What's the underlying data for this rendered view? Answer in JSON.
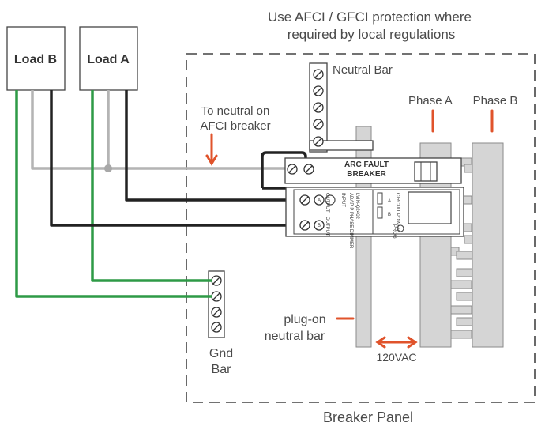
{
  "header_note": {
    "line1": "Use AFCI / GFCI protection where",
    "line2": "required by local regulations"
  },
  "loads": {
    "load_b": "Load B",
    "load_a": "Load A"
  },
  "labels": {
    "neutral_bar": "Neutral Bar",
    "phase_a": "Phase A",
    "phase_b": "Phase B",
    "to_neutral_line1": "To neutral on",
    "to_neutral_line2": "AFCI breaker",
    "plug_on_line1": "plug-on",
    "plug_on_line2": "neutral bar",
    "voltage": "120VAC",
    "gnd_line1": "Gnd",
    "gnd_line2": "Bar",
    "breaker_panel": "Breaker Panel"
  },
  "afci_breaker": {
    "line1": "ARC FAULT",
    "line2": "BREAKER"
  },
  "dimmer_module": {
    "input_label": "INPUT",
    "output_label": "OUTPUT",
    "output_label_2": "OUTPUT",
    "terminal_a": "A",
    "terminal_b": "B",
    "model_line1": "ADAP-P PHASE DIMMER",
    "model_line2": "LVIN-Q2402",
    "status_a": "A",
    "status_b": "B",
    "circuit_power": "CIRCUIT POWER",
    "prog_label": "PROG"
  },
  "colors": {
    "neutral_wire": "#b4b4b4",
    "hot_wire": "#222222",
    "ground_wire": "#2e9a46",
    "arrow": "#e0532b",
    "bus_fill": "#d5d5d5",
    "outline": "#444444"
  }
}
